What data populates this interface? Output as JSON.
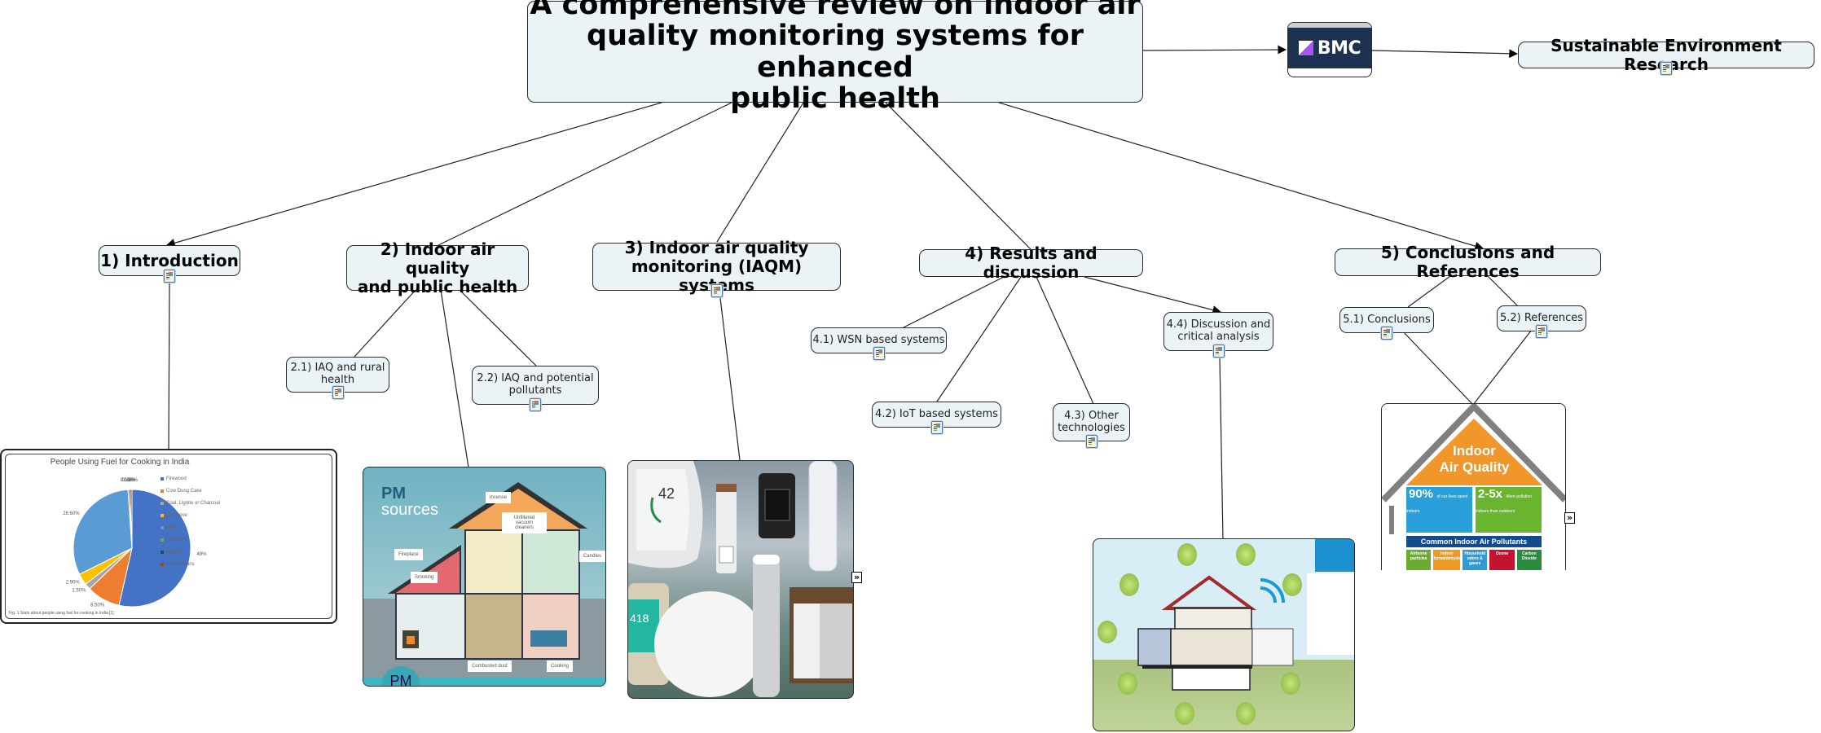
{
  "root": {
    "label": "A comprehensive review on indoor air\nquality monitoring systems for enhanced\npublic health"
  },
  "publisher": {
    "logo_text": "BMC",
    "brand_color": "#1d3152",
    "accent_color": "#a855f7"
  },
  "journal": {
    "label": "Sustainable Environment Research"
  },
  "sections": [
    {
      "id": "s1",
      "label": "1) Introduction"
    },
    {
      "id": "s2",
      "label": "2) Indoor air quality\nand public health"
    },
    {
      "id": "s3",
      "label": "3) Indoor air quality\nmonitoring (IAQM) systems"
    },
    {
      "id": "s4",
      "label": "4) Results and discussion"
    },
    {
      "id": "s5",
      "label": "5) Conclusions and References"
    }
  ],
  "subsections": [
    {
      "id": "s2_1",
      "label": "2.1) IAQ and rural\nhealth"
    },
    {
      "id": "s2_2",
      "label": "2.2) IAQ and potential\npollutants"
    },
    {
      "id": "s4_1",
      "label": "4.1) WSN based systems"
    },
    {
      "id": "s4_2",
      "label": "4.2) IoT based systems"
    },
    {
      "id": "s4_3",
      "label": "4.3) Other\ntechnologies"
    },
    {
      "id": "s4_4",
      "label": "4.4) Discussion and\ncritical analysis"
    },
    {
      "id": "s5_1",
      "label": "5.1) Conclusions"
    },
    {
      "id": "s5_2",
      "label": "5.2) References"
    }
  ],
  "images": {
    "pie_figure": {
      "title": "People Using Fuel for Cooking in India",
      "caption": "Fig. 1  Stats about people using fuel for cooking in India [1]",
      "slices": [
        {
          "label": "Firewood",
          "value_label": "49%",
          "color": "#4472c4"
        },
        {
          "label": "Cow Dung Cake",
          "value_label": "8.50%",
          "color": "#ed7d31"
        },
        {
          "label": "Coal, Lignite or Charcoal",
          "value_label": "1.50%",
          "color": "#a5a5a5"
        },
        {
          "label": "Kerosene",
          "value_label": "2.90%",
          "color": "#ffc000"
        },
        {
          "label": "LPG",
          "value_label": "28.60%",
          "color": "#5b9bd5"
        },
        {
          "label": "Electricity",
          "value_label": "0.10%",
          "color": "#70ad47"
        },
        {
          "label": "Biogas",
          "value_label": "0.40%",
          "color": "#264478"
        },
        {
          "label": "Other Means",
          "value_label": "0.50%",
          "color": "#9e480e"
        }
      ]
    },
    "pm_sources": {
      "title_bold": "PM",
      "title_light": "sources",
      "tags": [
        "Incense",
        "Unfiltered vacuum cleaners",
        "Fireplace",
        "Smoking",
        "Candles",
        "Combusted dust",
        "Cooking"
      ],
      "circle_label": "PM"
    },
    "iaqm_devices": {
      "device_reading_1": "42",
      "device_reading_2": "418"
    },
    "smart_home": {},
    "iaq_poster": {
      "title": "Indoor\nAir Quality",
      "stat1_value": "90%",
      "stat1_text": "of our lives spent indoors",
      "stat2_value": "2-5x",
      "stat2_text": "More pollution indoors than outdoors",
      "banner": "Common Indoor Air Pollutants",
      "pollutants": [
        {
          "label": "Airborne particles",
          "color": "#6aac2f"
        },
        {
          "label": "Indoor formaldehyde",
          "color": "#f09a1f"
        },
        {
          "label": "Household odors & gases",
          "color": "#2e9bd6"
        },
        {
          "label": "Ozone",
          "color": "#c41230"
        },
        {
          "label": "Carbon Dioxide",
          "color": "#2a8a3e"
        }
      ]
    }
  },
  "icons": {
    "expand_glyph": "»"
  }
}
